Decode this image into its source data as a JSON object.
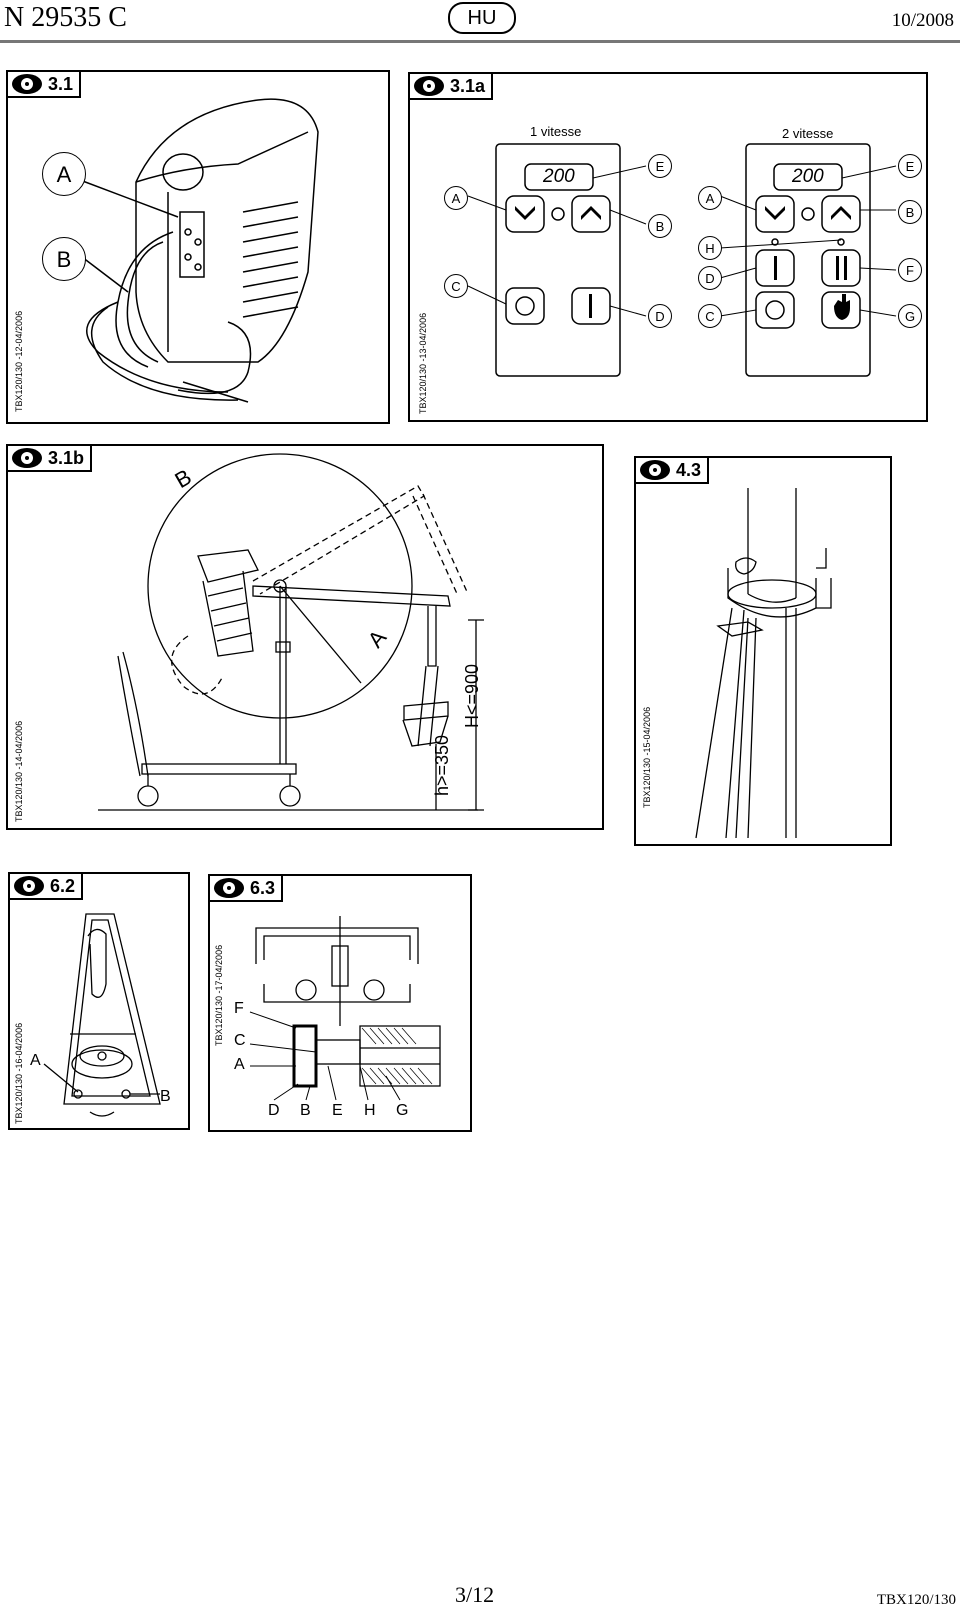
{
  "header": {
    "doc_number": "N 29535 C",
    "language_badge": "HU",
    "date": "10/2008"
  },
  "figures": {
    "fig_3_1": {
      "tag": "3.1",
      "code": "TBX120/130 -12-04/2006",
      "labels": [
        "A",
        "B"
      ]
    },
    "fig_3_1a": {
      "tag": "3.1a",
      "code": "TBX120/130 -13-04/2006",
      "left_title": "1 vitesse",
      "right_title": "2 vitesse",
      "display_value": "200",
      "left_labels": [
        "A",
        "E",
        "B",
        "C",
        "D"
      ],
      "right_labels": [
        "A",
        "E",
        "B",
        "H",
        "D",
        "F",
        "C",
        "G"
      ]
    },
    "fig_3_1b": {
      "tag": "3.1b",
      "code": "TBX120/130 -14-04/2006",
      "labels": [
        "B",
        "A"
      ],
      "dim_high": "H<=900",
      "dim_low": "h>=350"
    },
    "fig_4_3": {
      "tag": "4.3",
      "code": "TBX120/130 -15-04/2006"
    },
    "fig_6_2": {
      "tag": "6.2",
      "code": "TBX120/130 -16-04/2006",
      "labels": [
        "A",
        "B"
      ]
    },
    "fig_6_3": {
      "tag": "6.3",
      "code": "TBX120/130 -17-04/2006",
      "labels": [
        "F",
        "C",
        "A",
        "D",
        "B",
        "E",
        "H",
        "G"
      ]
    }
  },
  "footer": {
    "page": "3/12",
    "model": "TBX120/130"
  }
}
